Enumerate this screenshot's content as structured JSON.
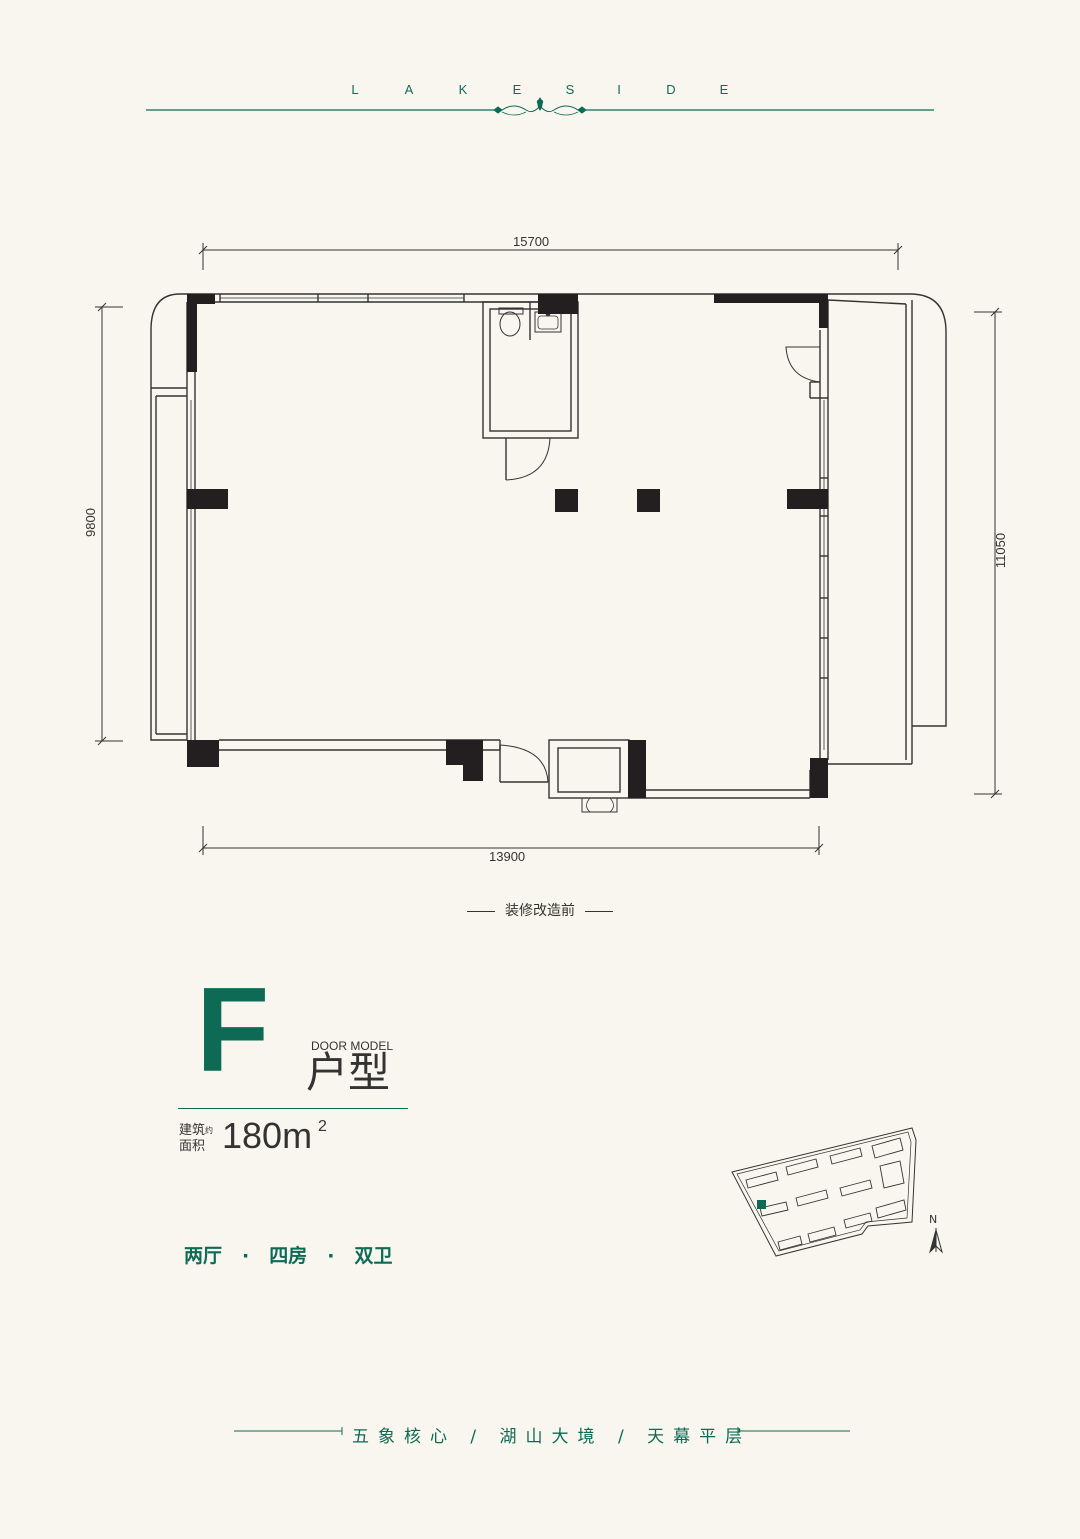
{
  "brand": {
    "letters": [
      "L",
      "A",
      "K",
      "E",
      "S",
      "I",
      "D",
      "E"
    ],
    "accent_color": "#0d6b55",
    "background_color": "#f8f6ee"
  },
  "floor_plan": {
    "dimensions": {
      "top": "15700",
      "bottom": "13900",
      "left": "9800",
      "right": "11050"
    },
    "caption": "装修改造前"
  },
  "unit": {
    "letter": "F",
    "label_en": "DOOR MODEL",
    "label_cn": "户型",
    "area_label_line1": "建筑",
    "area_label_line2": "面积",
    "area_label_mark": "约",
    "area_value": "180m",
    "area_unit_sup": "2",
    "layout": [
      "两厅",
      "四房",
      "双卫"
    ],
    "layout_separator": "·"
  },
  "site_map": {
    "north_label": "N",
    "icon": "compass-icon"
  },
  "footer": {
    "slogan": "五象核心 / 湖山大境 / 天幕平层"
  }
}
